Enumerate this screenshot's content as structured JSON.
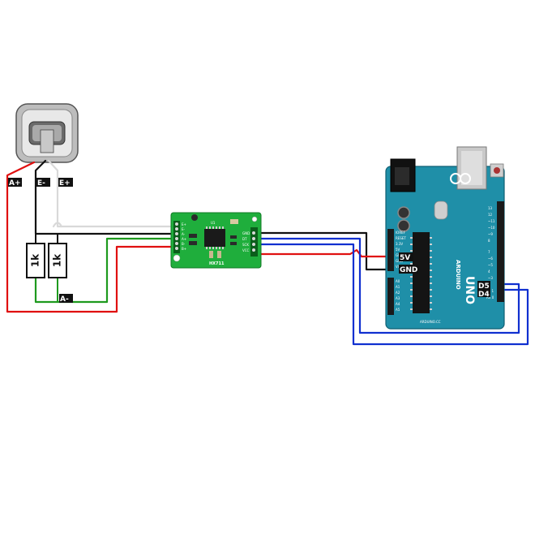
{
  "labels": {
    "a_plus": "A+",
    "e_minus": "E-",
    "e_plus": "E+",
    "a_minus": "A-",
    "resistor1": "1k",
    "resistor2": "1k",
    "pin_5v": "5V",
    "pin_gnd": "GND",
    "pin_d5": "D5",
    "pin_d4": "D4"
  },
  "hx711": {
    "silk_chip": "U1",
    "silk_module": "HX711",
    "left_pins": [
      "E+",
      "E-",
      "A-",
      "A+",
      "B-",
      "B+"
    ],
    "right_pins": [
      "GND",
      "DT",
      "SCK",
      "VCC"
    ]
  },
  "arduino": {
    "brand": "ARDUINO",
    "model": "UNO",
    "site": "ARDUINO.CC",
    "power_pins": [
      "IOREF",
      "RESET",
      "3.3V",
      "5V",
      "GND",
      "GND",
      "VIN"
    ],
    "analog_pins": [
      "A0",
      "A1",
      "A2",
      "A3",
      "A4",
      "A5"
    ],
    "digital_pins": [
      "13",
      "12",
      "~11",
      "~10",
      "~9",
      "8",
      "7",
      "~6",
      "~5",
      "4",
      "~3",
      "2",
      "TX 1",
      "RX 0"
    ]
  },
  "colors": {
    "red": "#e01010",
    "black": "#111111",
    "white": "#d9d9d9",
    "green": "#1e9a1e",
    "blue": "#1030d0",
    "pcb_green": "#1fae3c",
    "arduino_teal": "#1f8fa8"
  }
}
